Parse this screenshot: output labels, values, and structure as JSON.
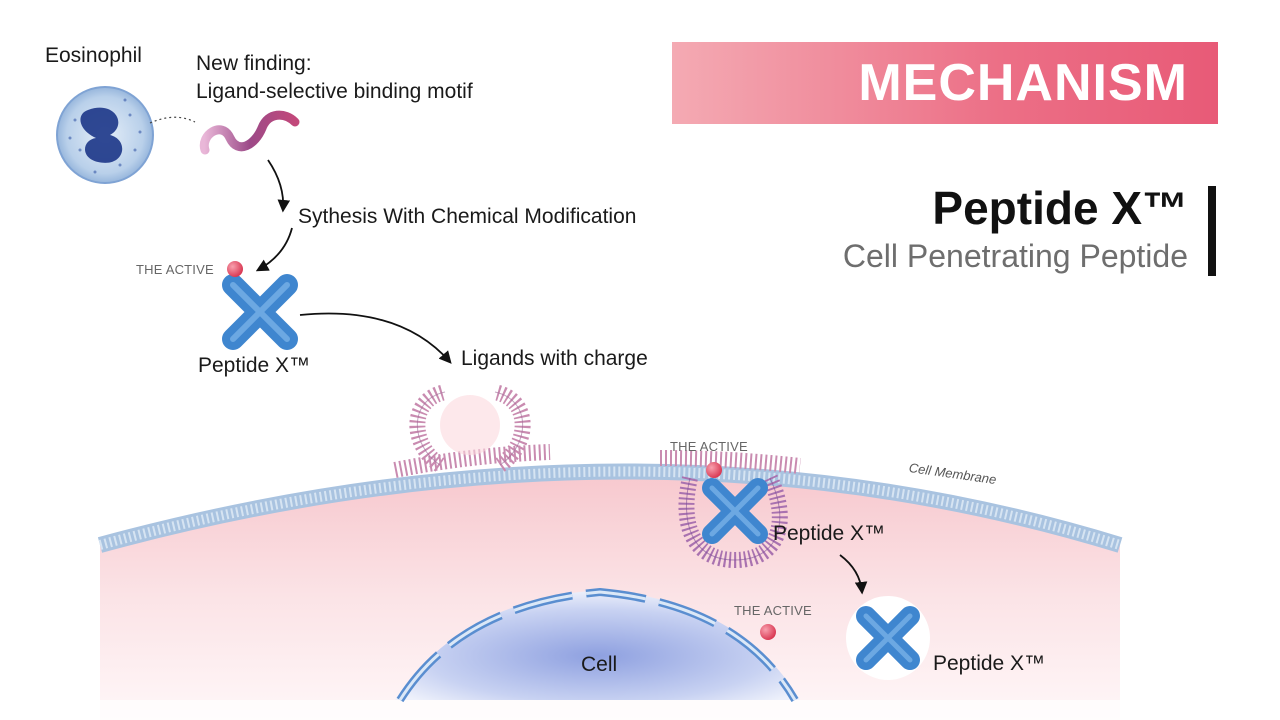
{
  "header": {
    "banner_title": "MECHANISM",
    "product_name": "Peptide X™",
    "product_subtitle": "Cell Penetrating Peptide"
  },
  "labels": {
    "eosinophil": "Eosinophil",
    "finding_line1": "New finding:",
    "finding_line2": "Ligand-selective binding motif",
    "synthesis": "Sythesis With Chemical Modification",
    "active_1": "THE ACTIVE",
    "peptide_1": "Peptide X™",
    "ligands": "Ligands with charge",
    "active_2": "THE ACTIVE",
    "cell_membrane": "Cell Membrane",
    "peptide_2": "Peptide X™",
    "active_3": "THE ACTIVE",
    "cell": "Cell",
    "peptide_3": "Peptide X™"
  },
  "colors": {
    "banner_start": "#f4aab3",
    "banner_end": "#e85a77",
    "peptide_blue": "#3f86cf",
    "active_dot": "#e04a62",
    "membrane_blue": "#b9cfe6",
    "membrane_pink": "#c98bb0",
    "cytoplasm": "#f9dadd"
  }
}
